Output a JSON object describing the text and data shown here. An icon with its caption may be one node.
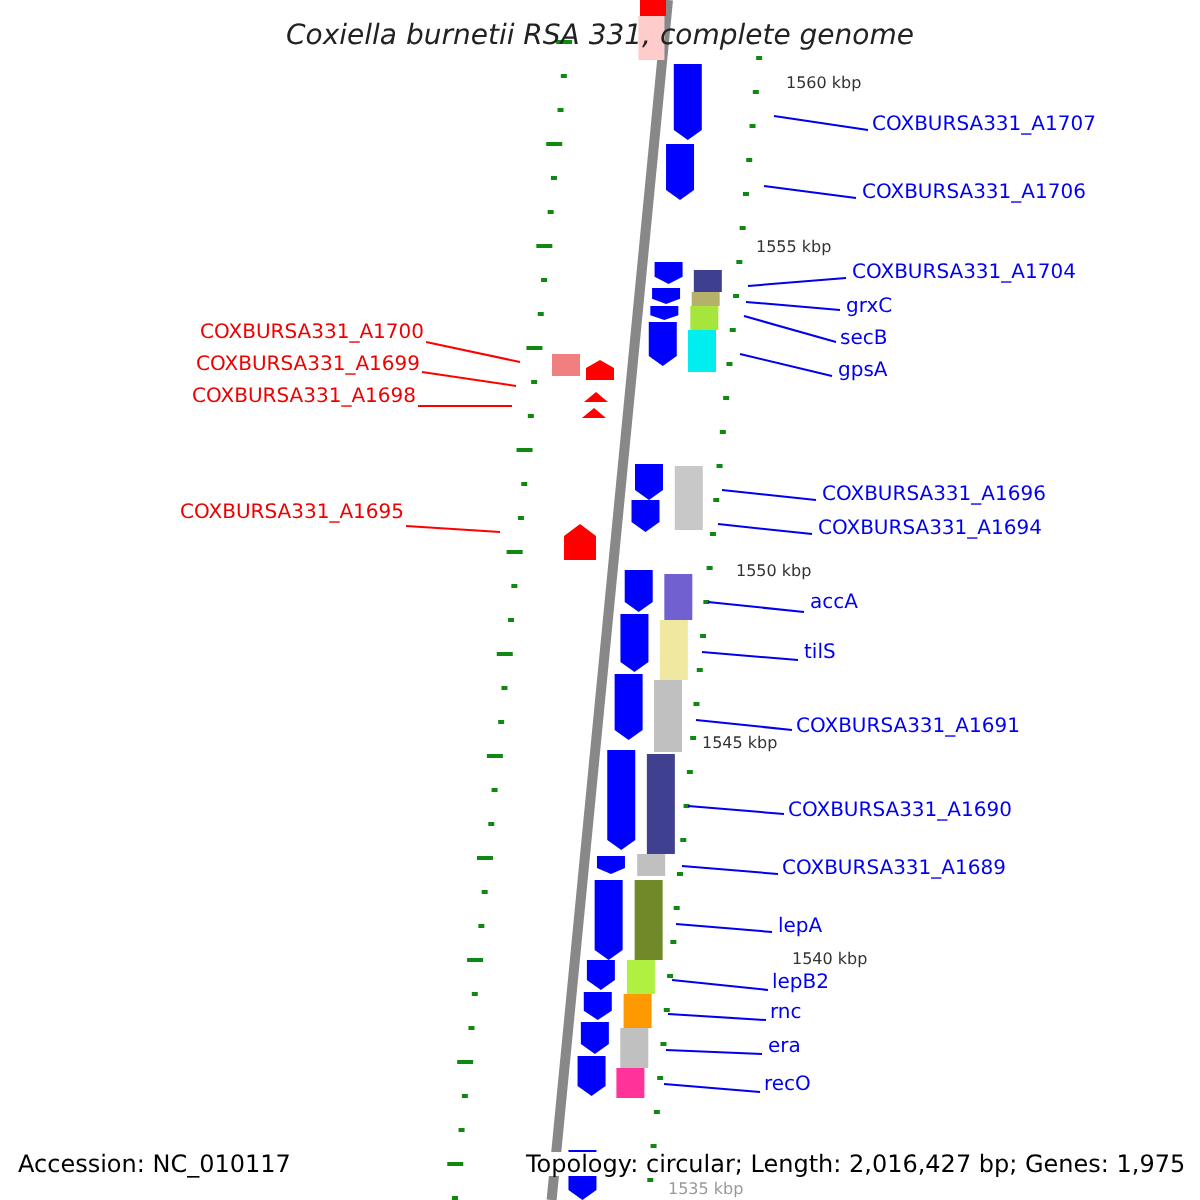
{
  "diagram": {
    "title": "Coxiella burnetii RSA 331, complete genome",
    "nodes": [
      {
        "text": [
          "COXBURSA331_A1707"
        ]
      },
      {
        "text": [
          "COXBURSA331_A1706"
        ]
      },
      {
        "text": [
          "COXBURSA331_A1704"
        ]
      },
      {
        "text": [
          "grxC"
        ]
      },
      {
        "text": [
          "COXBURSA331_A1700"
        ]
      },
      {
        "text": [
          "secB"
        ]
      },
      {
        "text": [
          "COXBURSA331_A1699"
        ]
      },
      {
        "text": [
          "gpsA"
        ]
      },
      {
        "text": [
          "COXBURSA331_A1698"
        ]
      },
      {
        "text": [
          "COXBURSA331_A1696"
        ]
      },
      {
        "text": [
          "COXBURSA331_A1695"
        ]
      },
      {
        "text": [
          "COXBURSA331_A1694"
        ]
      },
      {
        "text": [
          "accA"
        ]
      },
      {
        "text": [
          "tilS"
        ]
      },
      {
        "text": [
          "COXBURSA331_A1691"
        ]
      },
      {
        "text": [
          "COXBURSA331_A1690"
        ]
      },
      {
        "text": [
          "COXBURSA331_A1689"
        ]
      },
      {
        "text": [
          "lepA"
        ]
      },
      {
        "text": [
          "lepB2"
        ]
      },
      {
        "text": [
          "rnc"
        ]
      },
      {
        "text": [
          "era"
        ]
      },
      {
        "text": [
          "recO"
        ]
      }
    ],
    "edges": [
      {
        "from": 0,
        "to": null,
        "arrow": "none"
      },
      {
        "from": 1,
        "to": null,
        "arrow": "none"
      },
      {
        "from": 2,
        "to": null,
        "arrow": "none"
      },
      {
        "from": 3,
        "to": null,
        "arrow": "none"
      },
      {
        "from": 4,
        "to": null,
        "arrow": "none",
        "color": "#ff0000"
      },
      {
        "from": 5,
        "to": null,
        "arrow": "none"
      },
      {
        "from": 6,
        "to": null,
        "arrow": "none",
        "color": "#ff0000"
      },
      {
        "from": 7,
        "to": null,
        "arrow": "none"
      },
      {
        "from": 8,
        "to": null,
        "arrow": "none",
        "color": "#ff0000"
      },
      {
        "from": 9,
        "to": null,
        "arrow": "none"
      },
      {
        "from": 10,
        "to": null,
        "arrow": "none",
        "color": "#ff0000"
      },
      {
        "from": 11,
        "to": null,
        "arrow": "none"
      },
      {
        "from": 12,
        "to": null,
        "arrow": "none"
      },
      {
        "from": 13,
        "to": null,
        "arrow": "none"
      },
      {
        "from": 14,
        "to": null,
        "arrow": "none"
      },
      {
        "from": 15,
        "to": null,
        "arrow": "none"
      },
      {
        "from": 16,
        "to": null,
        "arrow": "none"
      },
      {
        "from": 17,
        "to": null,
        "arrow": "none"
      },
      {
        "from": 18,
        "to": null,
        "arrow": "none"
      },
      {
        "from": 19,
        "to": null,
        "arrow": "none"
      },
      {
        "from": 20,
        "to": null,
        "arrow": "none"
      },
      {
        "from": 21,
        "to": null,
        "arrow": "none"
      }
    ],
    "labels": [
      "1560 kbp",
      "1555 kbp",
      "1550 kbp",
      "1545 kbp",
      "1540 kbp",
      "Accession: NC_010117",
      "Topology: circular; Length: 2,016,427 bp; Genes: 1,975",
      "1535 kbp"
    ]
  }
}
